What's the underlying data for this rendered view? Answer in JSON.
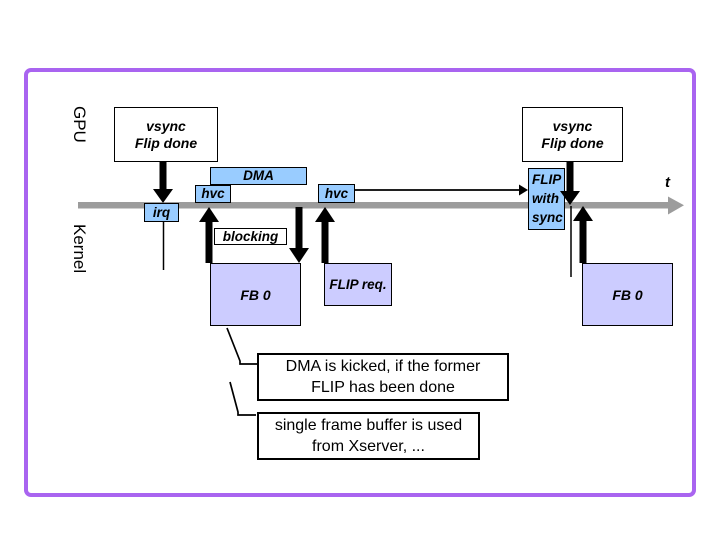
{
  "slide": {
    "lanes": {
      "gpu": "GPU",
      "kernel": "Kernel"
    },
    "timeline": {
      "t_label": "t"
    },
    "boxes": {
      "vsync_left": {
        "line1": "vsync",
        "line2": "Flip done"
      },
      "vsync_right": {
        "line1": "vsync",
        "line2": "Flip done"
      },
      "dma": "DMA",
      "hvc1": "hvc",
      "hvc2": "hvc",
      "irq": "irq",
      "blocking": "blocking",
      "flip_sync": {
        "line1": "FLIP",
        "line2": "with",
        "line3": "sync"
      },
      "fb0_left": "FB 0",
      "flip_req": "FLIP req.",
      "fb0_right": "FB 0"
    },
    "callouts": {
      "dma_kicked": {
        "line1": "DMA is kicked, if the former",
        "line2": "FLIP has been done"
      },
      "single_fb": {
        "line1": "single frame buffer is used",
        "line2": "from Xserver, ..."
      }
    },
    "colors": {
      "border_purple": "#a964f0",
      "process_blue": "#99ccff",
      "buffer_lavender": "#ccccff",
      "timeline_gray": "#9c9c9c",
      "arrow_black": "#000000"
    }
  }
}
